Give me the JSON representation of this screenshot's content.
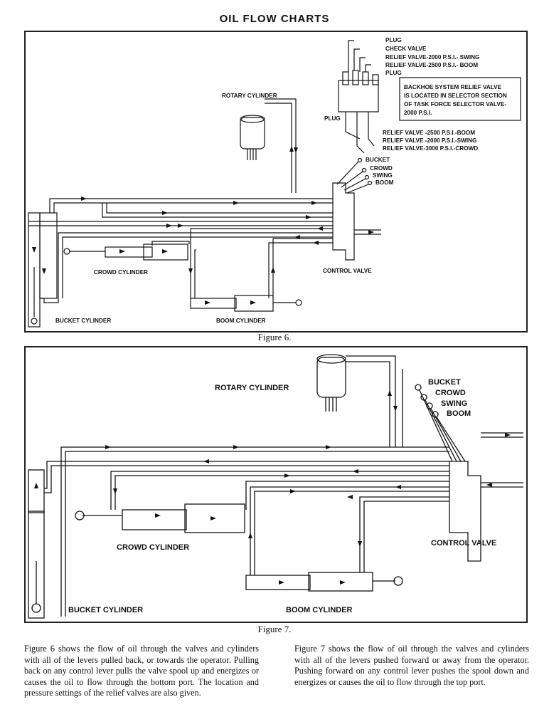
{
  "page_title": "OIL FLOW CHARTS",
  "figure6": {
    "caption": "Figure 6.",
    "labels": {
      "plug_top": "PLUG",
      "check_valve": "CHECK VALVE",
      "relief_swing_top": "RELIEF VALVE-2000 P.S.I.- SWING",
      "relief_boom_top": "RELIEF VALVE-2500 P.S.I.- BOOM",
      "plug_mid": "PLUG",
      "note": [
        "BACKHOE SYSTEM RELIEF VALVE",
        "IS LOCATED IN SELECTOR SECTION",
        "OF TASK FORCE SELECTOR VALVE-",
        "2000 P.S.I."
      ],
      "plug_left": "PLUG",
      "relief_boom_bot": "RELIEF VALVE -2500 P.S.I.-BOOM",
      "relief_swing_bot": "RELIEF VALVE -2000 P.S.I.-SWING",
      "relief_crowd_bot": "RELIEF VALVE-3000 P.S.I.-CROWD",
      "rotary_cylinder": "ROTARY CYLINDER",
      "bucket": "BUCKET",
      "crowd": "CROWD",
      "swing": "SWING",
      "boom": "BOOM",
      "crowd_cylinder": "CROWD CYLINDER",
      "control_valve": "CONTROL VALVE",
      "bucket_cylinder": "BUCKET CYLINDER",
      "boom_cylinder": "BOOM CYLINDER"
    }
  },
  "figure7": {
    "caption": "Figure 7.",
    "labels": {
      "rotary_cylinder": "ROTARY CYLINDER",
      "bucket": "BUCKET",
      "crowd": "CROWD",
      "swing": "SWING",
      "boom": "BOOM",
      "crowd_cylinder": "CROWD CYLINDER",
      "control_valve": "CONTROL VALVE",
      "bucket_cylinder": "BUCKET CYLINDER",
      "boom_cylinder": "BOOM CYLINDER"
    }
  },
  "paragraph_left": "Figure 6 shows the flow of oil through the valves and cylinders with all of the levers pulled back, or towards the operator. Pulling back on any control lever pulls the valve spool up and energizes or causes the oil to flow through the bottom port. The location and pressure settings of the relief valves are also given.",
  "paragraph_right": "Figure 7 shows the flow of oil through the valves and cylinders with all of the levers pushed forward or away from the operator. Pushing forward on any control lever pushes the spool down and energizes or causes the oil to flow through the top port."
}
